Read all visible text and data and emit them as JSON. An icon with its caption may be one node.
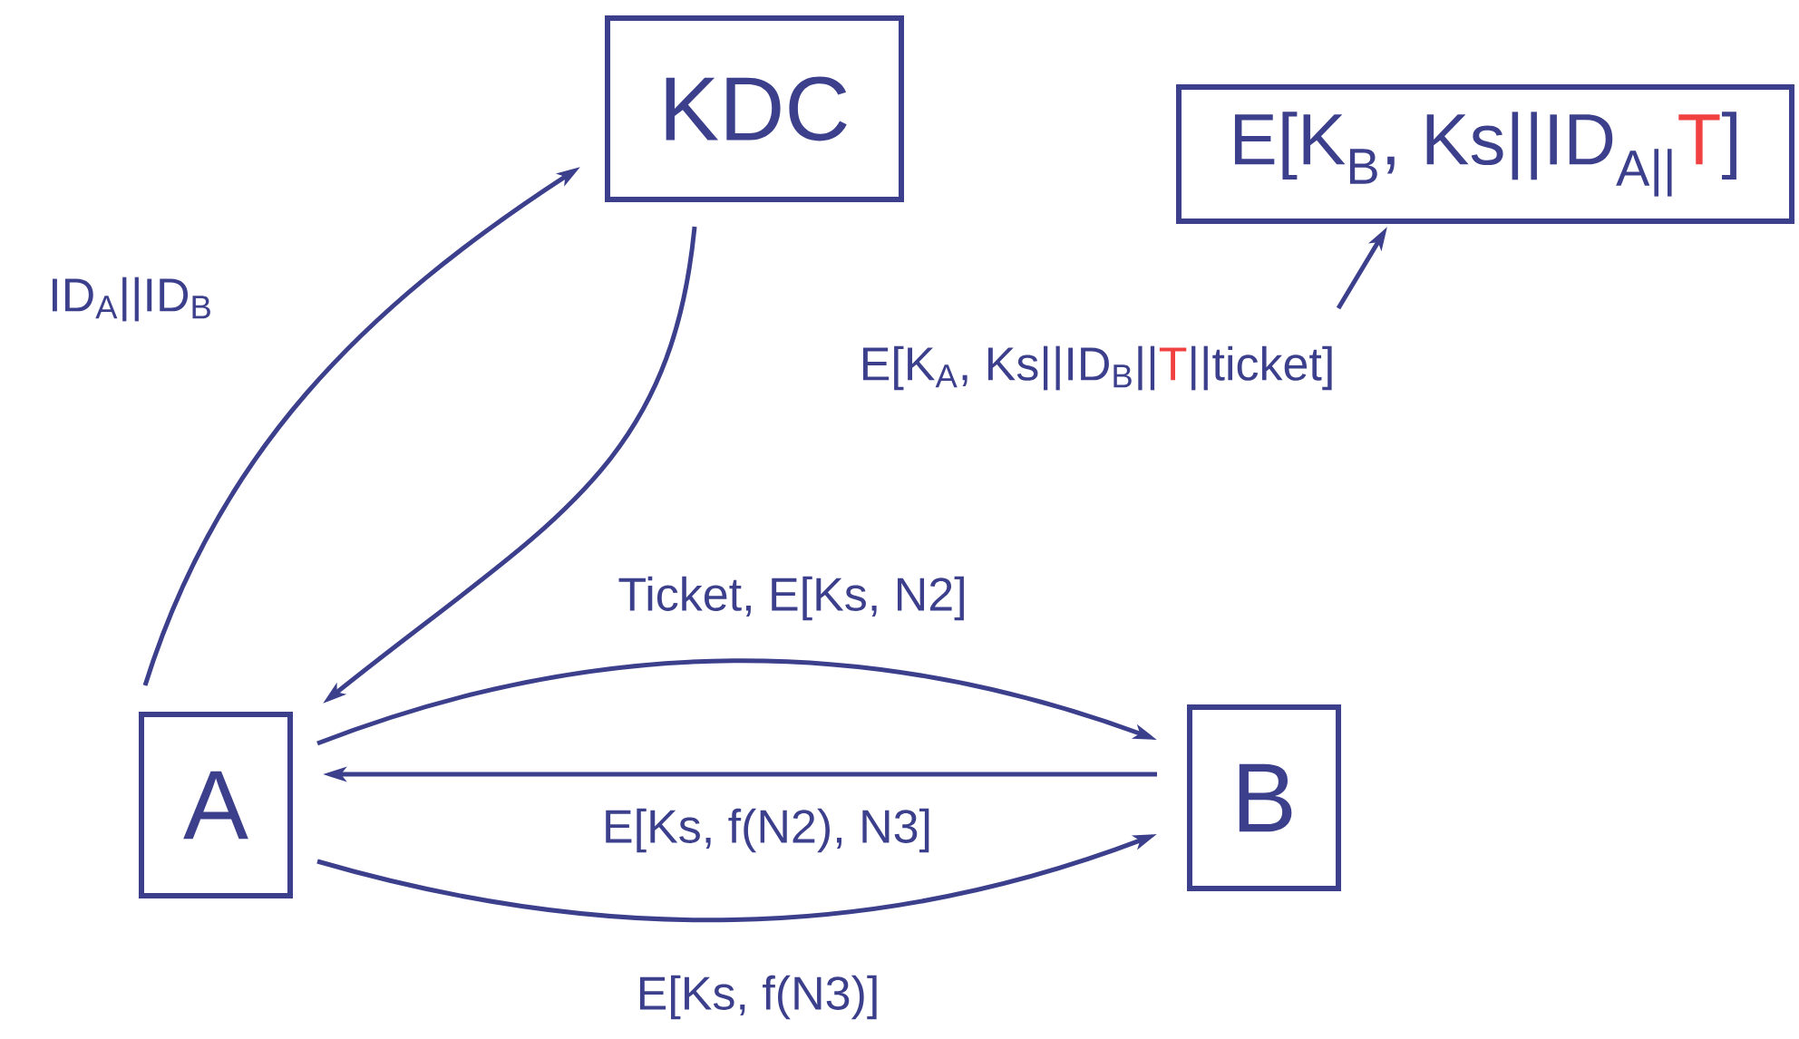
{
  "diagram": {
    "nodes": [
      {
        "text": [
          "KDC"
        ]
      },
      {
        "text": [
          "E[K$_{B}$, Ks||ID$_{A||}$",
          "T",
          "]"
        ]
      },
      {
        "text": [
          "A"
        ]
      },
      {
        "text": [
          "B"
        ]
      },
      {
        "text": [
          "E[K$_{A}$, Ks||ID$_{B}$||",
          "T",
          "||ticket]"
        ]
      }
    ],
    "edges": [
      {
        "from": 2,
        "to": 0,
        "arrow": "to",
        "label": "ID$_{A}$||ID$_{B}$"
      },
      {
        "from": 0,
        "to": 2,
        "arrow": "to"
      },
      {
        "from": 4,
        "to": 1,
        "arrow": "to"
      },
      {
        "from": 2,
        "to": 3,
        "arrow": "to",
        "label": "Ticket, E[Ks, N2]"
      },
      {
        "from": 3,
        "to": 2,
        "arrow": "to",
        "label": "E[Ks, f(N2), N3]"
      },
      {
        "from": 2,
        "to": 3,
        "arrow": "to",
        "label": "E[Ks, f(N3)]"
      }
    ]
  }
}
